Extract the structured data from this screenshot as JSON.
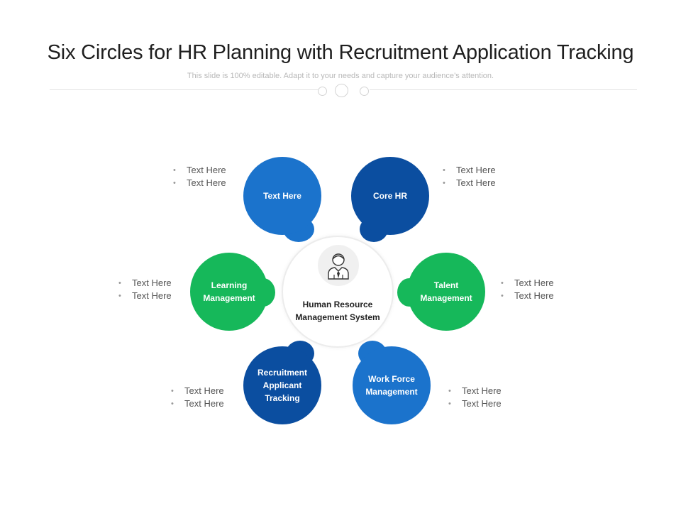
{
  "header": {
    "title": "Six Circles for HR Planning with Recruitment Application Tracking",
    "subtitle": "This slide is 100% editable. Adapt it to your needs and capture your audience’s attention."
  },
  "center": {
    "label_line1": "Human Resource",
    "label_line2": "Management System",
    "icon": "user-avatar-icon"
  },
  "nodes": [
    {
      "id": "top-left",
      "label_line1": "Text Here",
      "label_line2": "",
      "label_line3": "",
      "color": "#1b73cc"
    },
    {
      "id": "top-right",
      "label_line1": "Core HR",
      "label_line2": "",
      "label_line3": "",
      "color": "#0b4ea0"
    },
    {
      "id": "middle-left",
      "label_line1": "Learning",
      "label_line2": "Management",
      "label_line3": "",
      "color": "#16b85a"
    },
    {
      "id": "middle-right",
      "label_line1": "Talent",
      "label_line2": "Management",
      "label_line3": "",
      "color": "#16b85a"
    },
    {
      "id": "bottom-left",
      "label_line1": "Recruitment",
      "label_line2": "Applicant",
      "label_line3": "Tracking",
      "color": "#0b4ea0"
    },
    {
      "id": "bottom-right",
      "label_line1": "Work Force",
      "label_line2": "Management",
      "label_line3": "",
      "color": "#1b73cc"
    }
  ],
  "bullets": {
    "top_left": [
      "Text Here",
      "Text Here"
    ],
    "top_right": [
      "Text Here",
      "Text Here"
    ],
    "middle_left": [
      "Text Here",
      "Text Here"
    ],
    "middle_right": [
      "Text Here",
      "Text Here"
    ],
    "bottom_left": [
      "Text Here",
      "Text Here"
    ],
    "bottom_right": [
      "Text Here",
      "Text Here"
    ]
  }
}
